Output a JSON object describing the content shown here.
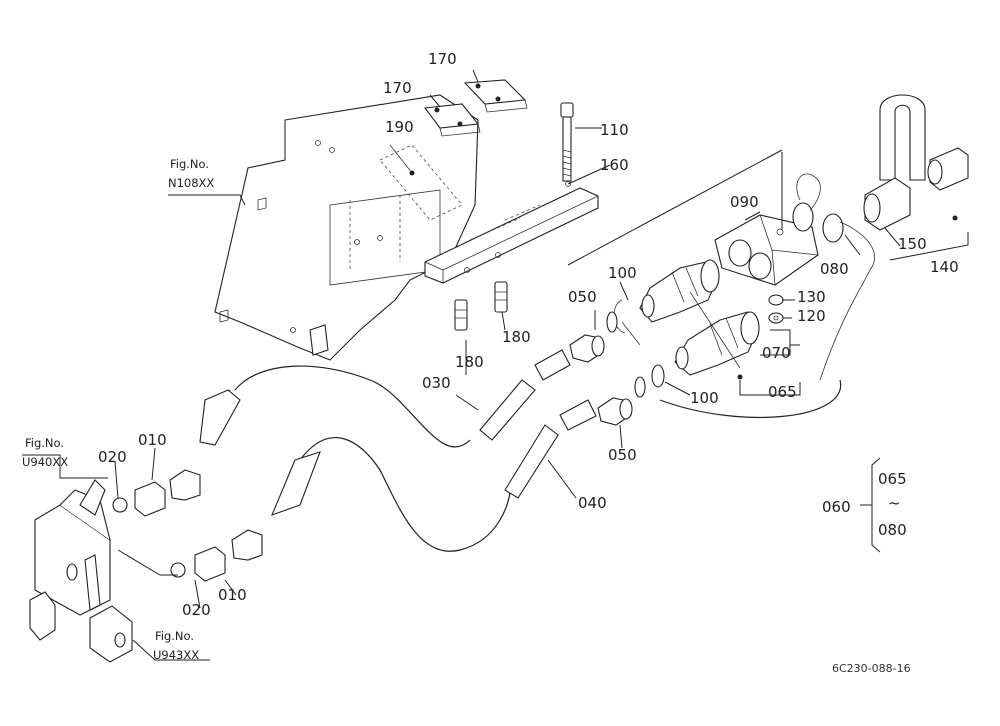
{
  "figure_refs": [
    {
      "prefix": "Fig.No.",
      "code": "N108XX"
    },
    {
      "prefix": "Fig.No.",
      "code": "U940XX"
    },
    {
      "prefix": "Fig.No.",
      "code": "U943XX"
    }
  ],
  "callouts": {
    "c170a": "170",
    "c170b": "170",
    "c190": "190",
    "c110": "110",
    "c160": "160",
    "c090": "090",
    "c150": "150",
    "c140": "140",
    "c080": "080",
    "c130": "130",
    "c120": "120",
    "c070": "070",
    "c065": "065",
    "c100a": "100",
    "c100b": "100",
    "c050a": "050",
    "c050b": "050",
    "c180a": "180",
    "c180b": "180",
    "c030": "030",
    "c040": "040",
    "c010a": "010",
    "c010b": "010",
    "c020a": "020",
    "c020b": "020"
  },
  "set_legend": {
    "parent": "060",
    "from": "065",
    "tilde": "~",
    "to": "080"
  },
  "drawing_code": "6C230-088-16"
}
